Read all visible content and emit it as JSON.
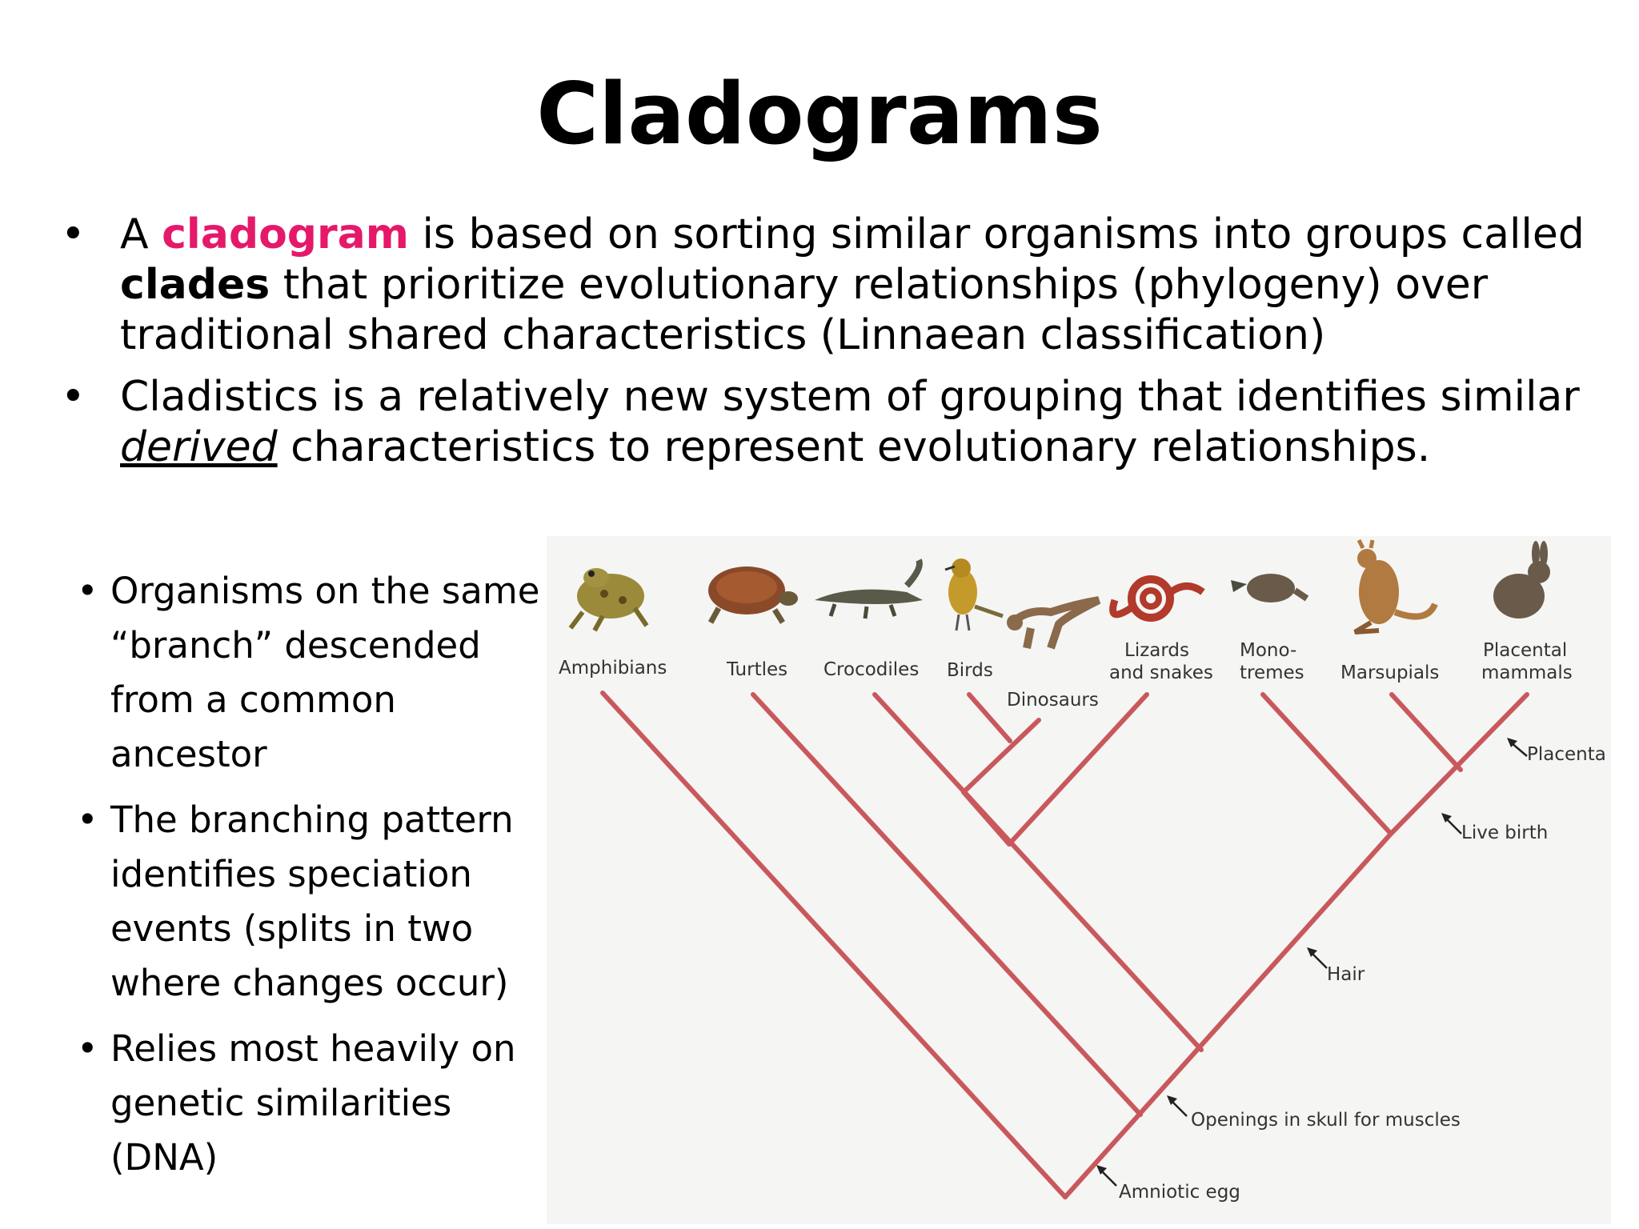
{
  "title": "Cladograms",
  "top_bullets": {
    "b1": {
      "pre": "A ",
      "term": "cladogram",
      "mid": " is based on sorting similar organisms into groups called ",
      "term2": "clades",
      "post": " that prioritize evolutionary relationships (phylogeny) over traditional shared characteristics (Linnaean classification)"
    },
    "b2": {
      "pre": "Cladistics is a relatively new system of grouping that identifies similar ",
      "term": "derived",
      "post": " characteristics to represent evolutionary relationships."
    }
  },
  "left_bullets": [
    "Organisms on the same “branch” descended from a common ancestor",
    "The branching pattern identifies speciation events (splits in two where changes occur)",
    "Relies most heavily on genetic similarities (DNA)"
  ],
  "diagram": {
    "taxa": {
      "amphibians": "Amphibians",
      "turtles": "Turtles",
      "crocodiles": "Crocodiles",
      "birds": "Birds",
      "dinosaurs": "Dinosaurs",
      "lizards_1": "Lizards",
      "lizards_2": "and snakes",
      "mono_1": "Mono-",
      "mono_2": "tremes",
      "marsupials": "Marsupials",
      "placental_1": "Placental",
      "placental_2": "mammals"
    },
    "traits": {
      "placenta": "Placenta",
      "live_birth": "Live birth",
      "hair": "Hair",
      "openings": "Openings in skull for muscles",
      "amniotic": "Amniotic egg"
    },
    "colors": {
      "branch": "#c9585c",
      "accent_term": "#e5186a",
      "panel_bg": "#f5f5f4"
    }
  }
}
